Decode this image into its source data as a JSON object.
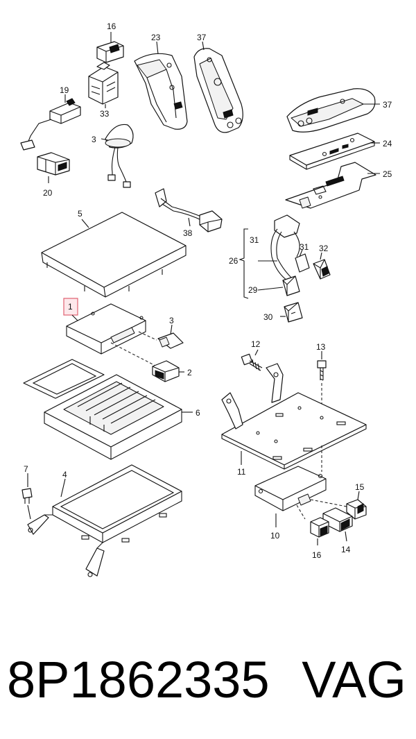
{
  "callouts": {
    "c16a": "16",
    "c23": "23",
    "c37a": "37",
    "c19": "19",
    "c33": "33",
    "c3a": "3",
    "c20": "20",
    "c37b": "37",
    "c24": "24",
    "c25": "25",
    "c38": "38",
    "c5": "5",
    "c31a": "31",
    "c26": "26",
    "c31b": "31",
    "c32": "32",
    "c29": "29",
    "c30": "30",
    "c1": "1",
    "c3b": "3",
    "c2": "2",
    "c6": "6",
    "c12": "12",
    "c13": "13",
    "c11": "11",
    "c7": "7",
    "c4": "4",
    "c15": "15",
    "c10": "10",
    "c16b": "16",
    "c14": "14"
  },
  "highlight_color": "#e06070",
  "footer": {
    "part_number": "8P1862335",
    "brand": "VAG"
  }
}
